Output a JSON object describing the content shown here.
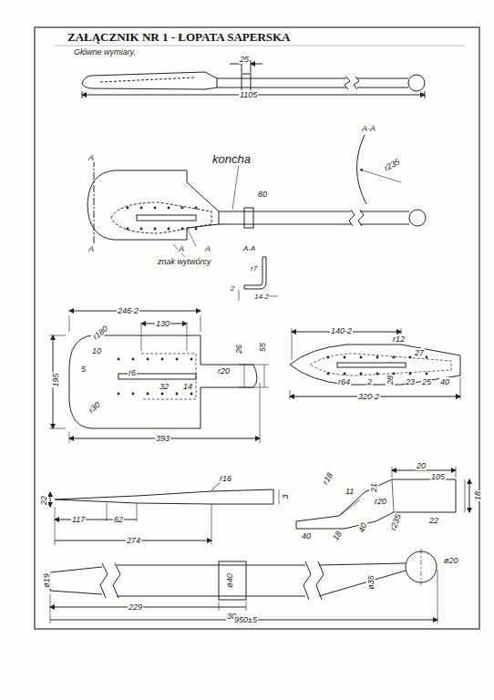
{
  "diagram": {
    "title": "ZAŁĄCZNIK NR 1 - ŁOPATA SAPERSKA",
    "labels": [
      "Główne wymiary.",
      "25",
      "1105",
      "A-A",
      "r235",
      "koncha",
      "80",
      "A",
      "A",
      "A",
      "A",
      "znak wytwórcy",
      "A-A",
      "r7",
      "2",
      "14-2",
      "246-2",
      "130",
      "r180",
      "195",
      "10",
      "5",
      "r30",
      "r6",
      "32",
      "14",
      "r20",
      "26",
      "55",
      "393",
      "140-2",
      "r12",
      "27",
      "28",
      "23",
      "25",
      "40",
      "r64",
      "2",
      "320-2",
      "22",
      "117",
      "62",
      "274",
      "3",
      "r16",
      "r18",
      "20",
      "105",
      "11",
      "21",
      "r20",
      "40",
      "18",
      "40",
      "r235",
      "22",
      "18",
      "ø19",
      "ø40",
      "ø35",
      "ø20",
      "229",
      "30",
      "950±5"
    ]
  }
}
